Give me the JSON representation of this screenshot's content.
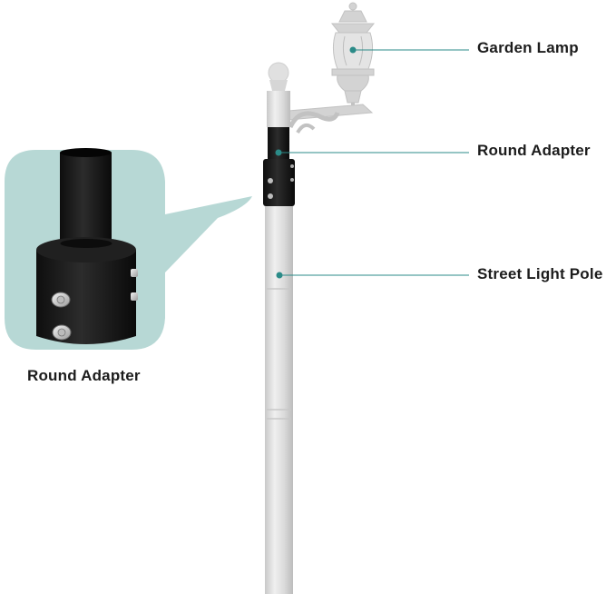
{
  "labels": {
    "garden_lamp": "Garden Lamp",
    "round_adapter": "Round Adapter",
    "street_light_pole": "Street Light Pole",
    "inset_caption": "Round Adapter"
  },
  "colors": {
    "pole": "#d8d8d8",
    "pole_highlight": "#ececec",
    "adapter": "#161616",
    "inset_background": "#b7d8d5",
    "callout_dot": "#2b8b88",
    "callout_line": "#2b8b88",
    "lamp": "#cfcfcf"
  },
  "icons": [
    "garden-lamp-illustration",
    "round-adapter-illustration",
    "street-light-pole-illustration",
    "bolt-icon"
  ]
}
